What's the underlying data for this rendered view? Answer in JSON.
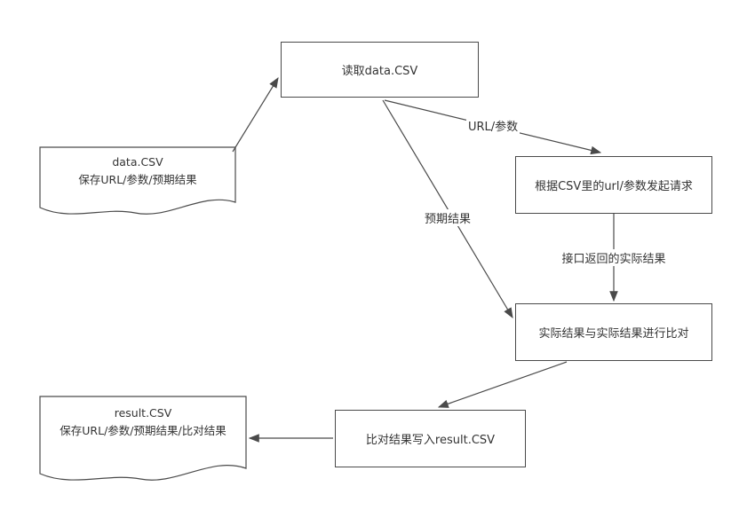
{
  "nodes": {
    "read_csv": {
      "label": "读取data.CSV"
    },
    "data_csv_doc": {
      "line1": "data.CSV",
      "line2": "保存URL/参数/预期结果"
    },
    "send_request": {
      "label": "根据CSV里的url/参数发起请求"
    },
    "compare": {
      "label": "实际结果与实际结果进行比对"
    },
    "write_result": {
      "label": "比对结果写入result.CSV"
    },
    "result_csv_doc": {
      "line1": "result.CSV",
      "line2": "保存URL/参数/预期结果/比对结果"
    }
  },
  "edges": [
    {
      "from": "data_csv_doc",
      "to": "read_csv",
      "label": ""
    },
    {
      "from": "read_csv",
      "to": "send_request",
      "label": "URL/参数"
    },
    {
      "from": "read_csv",
      "to": "compare",
      "label": "预期结果"
    },
    {
      "from": "send_request",
      "to": "compare",
      "label": "接口返回的实际结果"
    },
    {
      "from": "compare",
      "to": "write_result",
      "label": ""
    },
    {
      "from": "write_result",
      "to": "result_csv_doc",
      "label": ""
    }
  ],
  "edge_labels": {
    "url_params": "URL/参数",
    "expected_result": "预期结果",
    "actual_result": "接口返回的实际结果"
  },
  "colors": {
    "stroke": "#4a4a4a",
    "background": "#ffffff",
    "text": "#333333"
  }
}
